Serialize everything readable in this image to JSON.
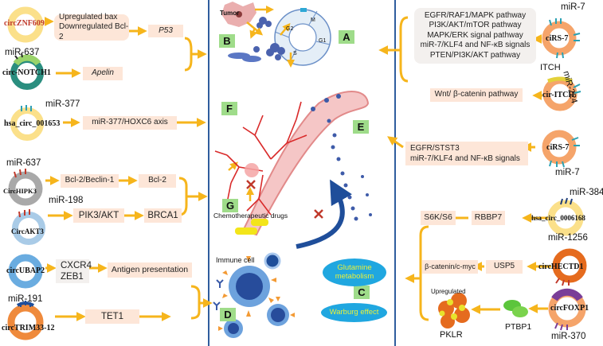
{
  "left": {
    "znf": {
      "circ": "circZNF609",
      "box1": "Upregulated bax",
      "box2": "Downregulated Bcl-2",
      "target": "P53"
    },
    "notch": {
      "mir": "miR-637",
      "circ": "circ-NOTCH1",
      "target": "Apelin"
    },
    "c1653": {
      "mir": "miR-377",
      "circ": "hsa_circ_001653",
      "axis": "miR-377/HOXC6 axis"
    },
    "hipk3": {
      "mir": "miR-637",
      "circ": "CircHIPK3",
      "box1": "Bcl-2/Beclin-1",
      "box2": "Bcl-2"
    },
    "akt3": {
      "mir": "miR-198",
      "circ": "CircAKT3",
      "box1": "PIK3/AKT",
      "box2": "BRCA1"
    },
    "ubap2": {
      "circ": "circUBAP2",
      "l1": "CXCR4",
      "l2": "ZEB1",
      "target": "Antigen presentation"
    },
    "trim": {
      "mir": "miR-191",
      "circ": "circTRIM33-12",
      "target": "TET1"
    }
  },
  "center": {
    "panels": {
      "A": "A",
      "B": "B",
      "C": "C",
      "D": "D",
      "E": "E",
      "F": "F",
      "G": "G"
    },
    "tumor": "Tumor",
    "cycle": {
      "g2": "G2",
      "m": "M",
      "g1": "G1",
      "s": "S"
    },
    "chemo": "Chemotherapeutic drugs",
    "immune": "Immune cell",
    "glutamine": "Glutamine metabolism",
    "warburg": "Warburg effect"
  },
  "right": {
    "rs7a": {
      "mir": "miR-7",
      "circ": "ciRS-7",
      "pathways": [
        "EGFR/RAF1/MAPK pathway",
        "PI3K/AKT/mTOR pathway",
        "MAPK/ERK signal pathway",
        "miR-7/KLF4 and NF-κB signals",
        "PTEN/PI3K/AKT pathway"
      ]
    },
    "itch": {
      "label": "ITCH",
      "mir": "miR-224",
      "circ": "cir-ITCH",
      "pathway": "Wnt/ β-catenin pathway"
    },
    "rs7b": {
      "circ": "ciRS-7",
      "mir": "miR-7",
      "l1": "EGFR/STST3",
      "l2": "miR-7/KLF4 and NF-κB signals"
    },
    "c6168": {
      "mir": "miR-384",
      "circ": "hsa_circ_0006168",
      "box1": "RBBP7",
      "box2": "S6K/S6"
    },
    "hectd1": {
      "mir": "miR-1256",
      "circ": "circHECTD1",
      "box1": "USP5",
      "box2": "β-catenin/c-myc"
    },
    "foxp1": {
      "circ": "circFOXP1",
      "mir": "miR-370",
      "upregulated": "Upregulated",
      "pklr": "PKLR",
      "ptbp1": "PTBP1"
    }
  },
  "colors": {
    "arrow": "#f6b51c",
    "box": "#fde6d8",
    "panel": "#9fdc8a",
    "divider": "#2f5d9e",
    "oval": "#20a7e0"
  }
}
